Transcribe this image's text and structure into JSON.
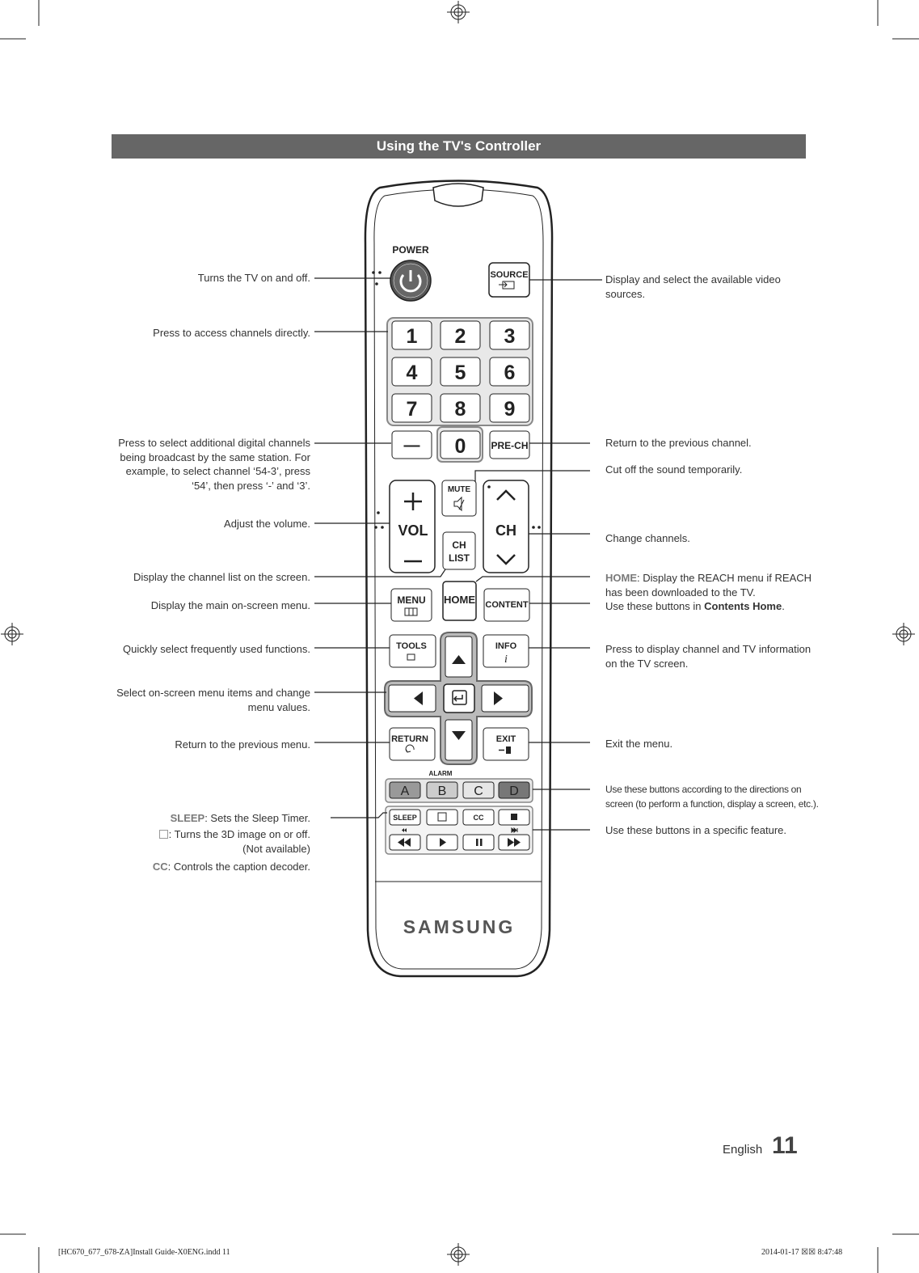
{
  "header": {
    "title": "Using the TV's Controller"
  },
  "remote": {
    "power": "POWER",
    "source": "SOURCE",
    "numbers": [
      "1",
      "2",
      "3",
      "4",
      "5",
      "6",
      "7",
      "8",
      "9"
    ],
    "dash": "—",
    "zero": "0",
    "prech": "PRE-CH",
    "mute": "MUTE",
    "vol": "VOL",
    "ch": "CH",
    "ch_list_1": "CH",
    "ch_list_2": "LIST",
    "menu": "MENU",
    "home": "HOME",
    "content": "CONTENT",
    "tools": "TOOLS",
    "info": "INFO",
    "info_icon": "i",
    "return": "RETURN",
    "exit": "EXIT",
    "alarm": "ALARM",
    "color_keys": [
      "A",
      "B",
      "C",
      "D"
    ],
    "sleep": "SLEEP",
    "cc": "CC",
    "brand": "SAMSUNG"
  },
  "labels_left": {
    "power": "Turns the TV on and off.",
    "numbers": "Press to access channels directly.",
    "dash_1": "Press to select additional digital channels",
    "dash_2": "being broadcast by the same station. For",
    "dash_3": "example, to select channel ‘54-3’, press",
    "dash_4": "‘54’, then press ‘-’ and ‘3’.",
    "volume": "Adjust the volume.",
    "ch_list": "Display the channel list on the screen.",
    "menu": "Display the main on-screen menu.",
    "tools": "Quickly select frequently used functions.",
    "nav_1": "Select on-screen menu items and change",
    "nav_2": "menu values.",
    "return": "Return to the previous menu.",
    "sleep_key": "SLEEP",
    "sleep_text": ": Sets the Sleep Timer.",
    "threed_text": ": Turns the 3D image on or off.",
    "threed_note": "(Not available)",
    "cc_key": "CC",
    "cc_text": ": Controls the caption decoder."
  },
  "labels_right": {
    "source_1": "Display and select the available video",
    "source_2": "sources.",
    "prech": "Return to the previous channel.",
    "mute": "Cut off the sound temporarily.",
    "channel": "Change channels.",
    "home_key": "HOME",
    "home_1": ": Display the REACH menu if REACH",
    "home_2": "has been downloaded to the TV.",
    "content_pre": "Use these buttons in ",
    "content_key": "Contents Home",
    "content_post": ".",
    "info_1": "Press to display channel and TV information",
    "info_2": "on the TV screen.",
    "exit": "Exit the menu.",
    "color_1": "Use these buttons according to the directions on",
    "color_2": "screen (to perform a function, display a screen, etc.).",
    "media": "Use these buttons in a specific feature."
  },
  "footer": {
    "language": "English",
    "page": "11",
    "file": "[HC670_677_678-ZA]Install Guide-X0ENG.indd   11",
    "stamp": "2014-01-17   ☒☒ 8:47:48"
  }
}
